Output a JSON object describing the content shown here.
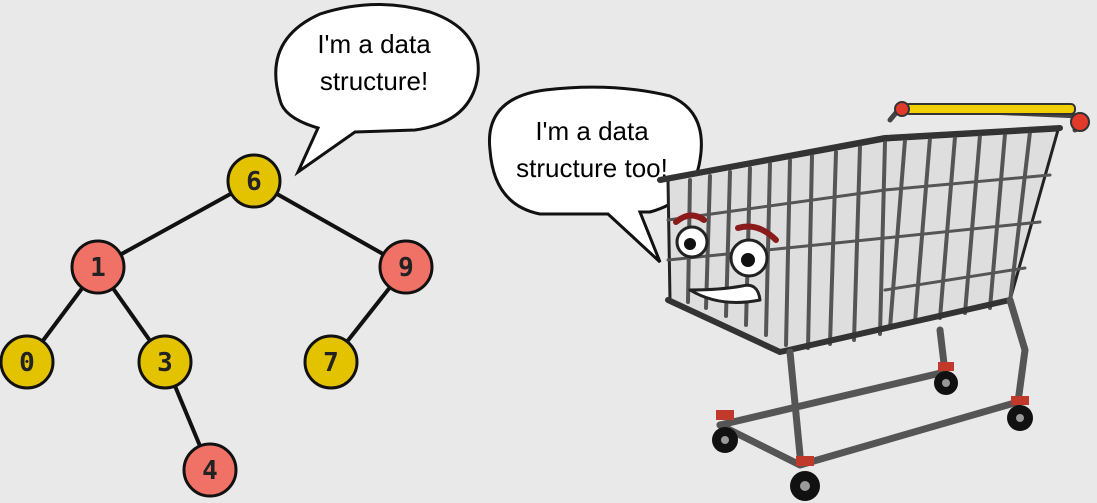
{
  "colors": {
    "background": "#e9e9e9",
    "node_yellow": "#e3c200",
    "node_red": "#f07266",
    "stroke": "#111111",
    "cart_metal": "#8a8a8a",
    "cart_handle": "#f0d000",
    "cart_cap": "#e23a2a"
  },
  "tree": {
    "nodes": [
      {
        "id": "n6",
        "label": "6",
        "color": "yellow"
      },
      {
        "id": "n1",
        "label": "1",
        "color": "red"
      },
      {
        "id": "n9",
        "label": "9",
        "color": "red"
      },
      {
        "id": "n0",
        "label": "0",
        "color": "yellow"
      },
      {
        "id": "n3",
        "label": "3",
        "color": "yellow"
      },
      {
        "id": "n7",
        "label": "7",
        "color": "yellow"
      },
      {
        "id": "n4",
        "label": "4",
        "color": "red"
      }
    ],
    "edges": [
      [
        "n6",
        "n1"
      ],
      [
        "n6",
        "n9"
      ],
      [
        "n1",
        "n0"
      ],
      [
        "n1",
        "n3"
      ],
      [
        "n9",
        "n7"
      ],
      [
        "n3",
        "n4"
      ]
    ]
  },
  "bubbles": {
    "tree": {
      "lines": [
        "I'm a data",
        "structure!"
      ]
    },
    "cart": {
      "lines": [
        "I'm a data",
        "structure too!"
      ]
    }
  },
  "cart": {
    "icon": "shopping-cart-icon",
    "face": "smiling-face"
  }
}
